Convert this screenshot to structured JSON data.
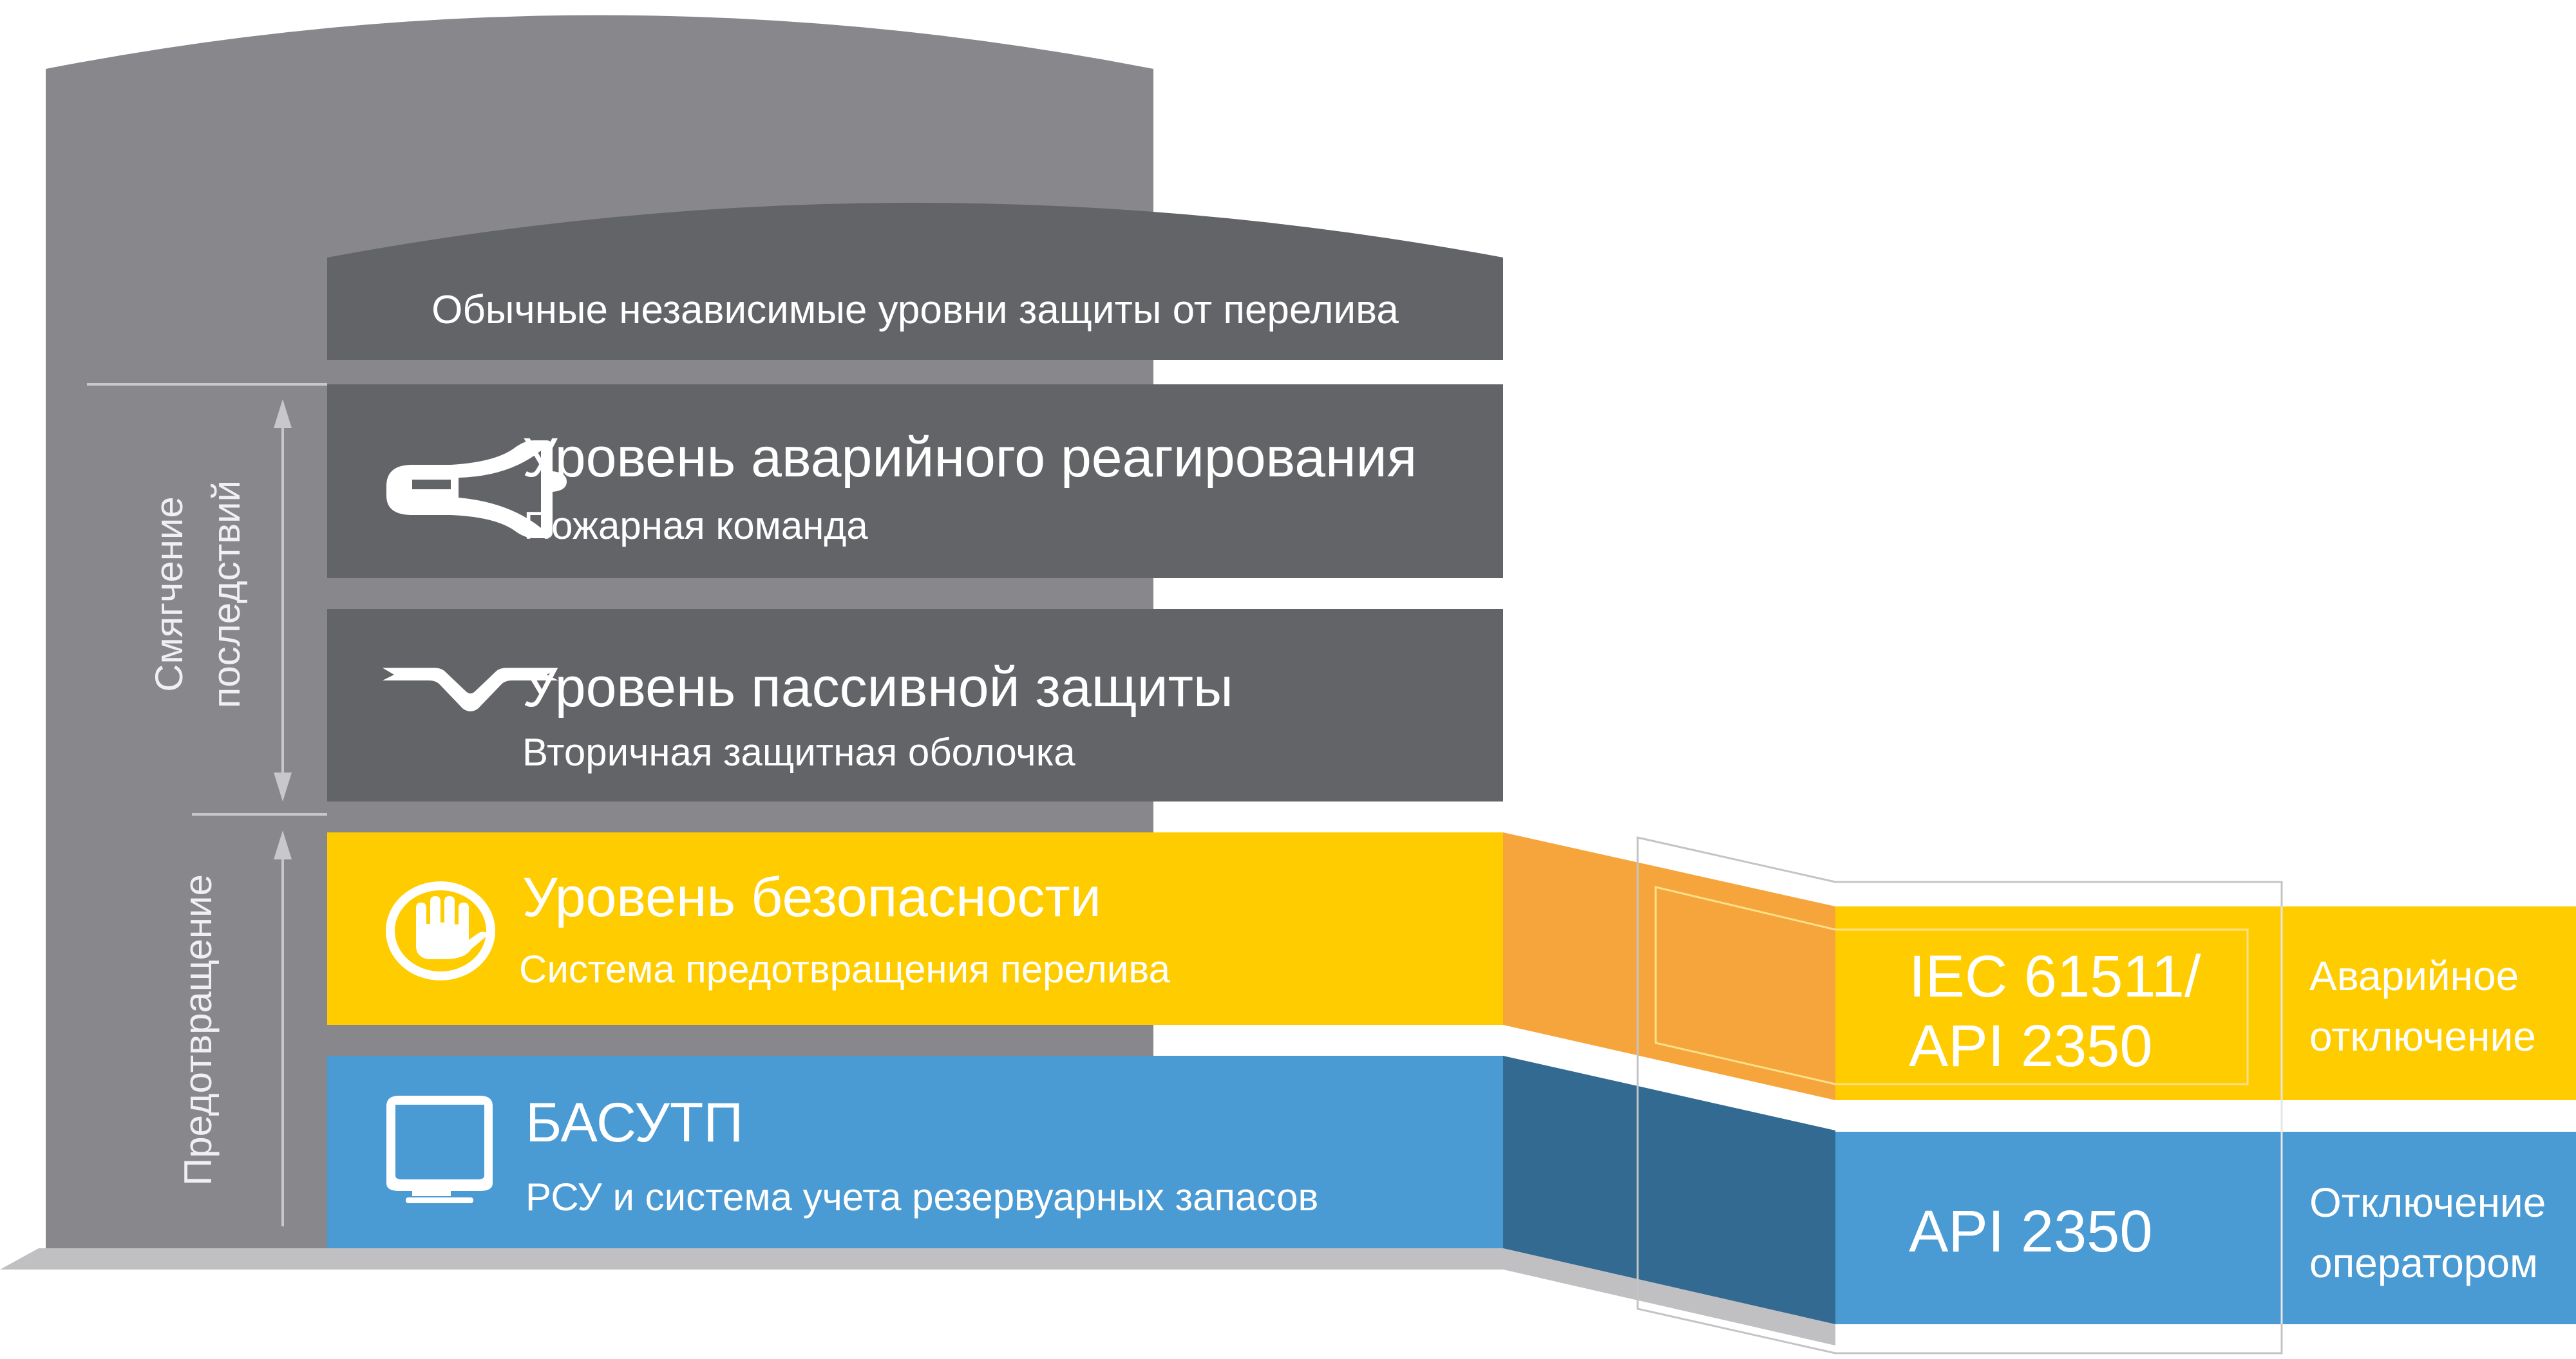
{
  "colors": {
    "building": "#88878c",
    "dark_band": "#636468",
    "yellow": "#ffcc00",
    "orange": "#f6a53c",
    "blue": "#4a9ad3",
    "dark_blue": "#336a91",
    "ground": "#c0c0c2"
  },
  "side_labels": {
    "mitigation_line1": "Смягчение",
    "mitigation_line2": "последствий",
    "prevention": "Предотвращение"
  },
  "layers": [
    {
      "title": "Обычные независимые уровни защиты от перелива"
    },
    {
      "title": "Уровень аварийного реагирования",
      "subtitle": "Пожарная команда",
      "icon": "megaphone-icon"
    },
    {
      "title": "Уровень пассивной защиты",
      "subtitle": "Вторичная защитная оболочка",
      "icon": "dike-icon"
    },
    {
      "title": "Уровень безопасности",
      "subtitle": "Система предотвращения перелива",
      "icon": "stop-hand-icon"
    },
    {
      "title": "БАСУТП",
      "subtitle": "РСУ и система учета резервуарных запасов",
      "icon": "monitor-icon"
    }
  ],
  "standards": {
    "safety_line1": "IEC 61511/",
    "safety_line2": "API 2350",
    "safety_action_line1": "Аварийное",
    "safety_action_line2": "отключение",
    "bpcs": "API 2350",
    "bpcs_action_line1": "Отключение",
    "bpcs_action_line2": "оператором"
  }
}
